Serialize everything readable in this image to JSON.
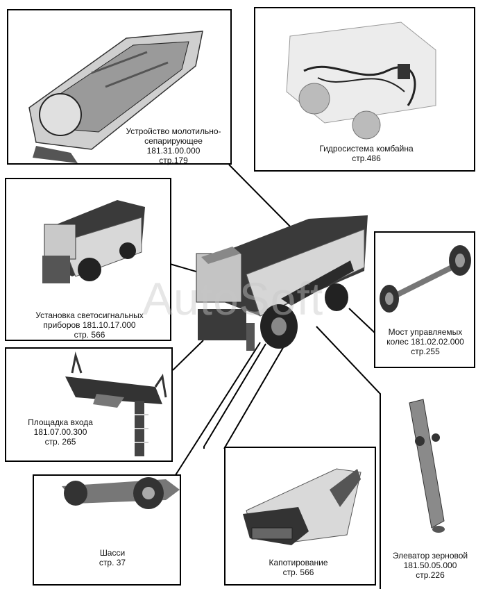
{
  "watermark": "AutoSoft",
  "callouts": {
    "threshing": {
      "l1": "Устройство молотильно-",
      "l2": "сепарирующее",
      "l3": "181.31.00.000",
      "l4": "стр.179"
    },
    "hydraulics": {
      "l1": "Гидросистема комбайна",
      "l2": "стр.486"
    },
    "lights": {
      "l1": "Установка светосигнальных",
      "l2": "приборов 181.10.17.000",
      "l3": "стр. 566"
    },
    "axle": {
      "l1": "Мост        управляемых",
      "l2": "колес 181.02.02.000",
      "l3": "стр.255"
    },
    "platform": {
      "l1": "Площадка входа",
      "l2": "181.07.00.300",
      "l3": "стр. 265"
    },
    "chassis": {
      "l1": "Шасси",
      "l2": "стр. 37"
    },
    "hood": {
      "l1": "Капотирование",
      "l2": "стр. 566"
    },
    "elevator": {
      "l1": "Элеватор зерновой",
      "l2": "181.50.05.000",
      "l3": "стр.226"
    }
  }
}
